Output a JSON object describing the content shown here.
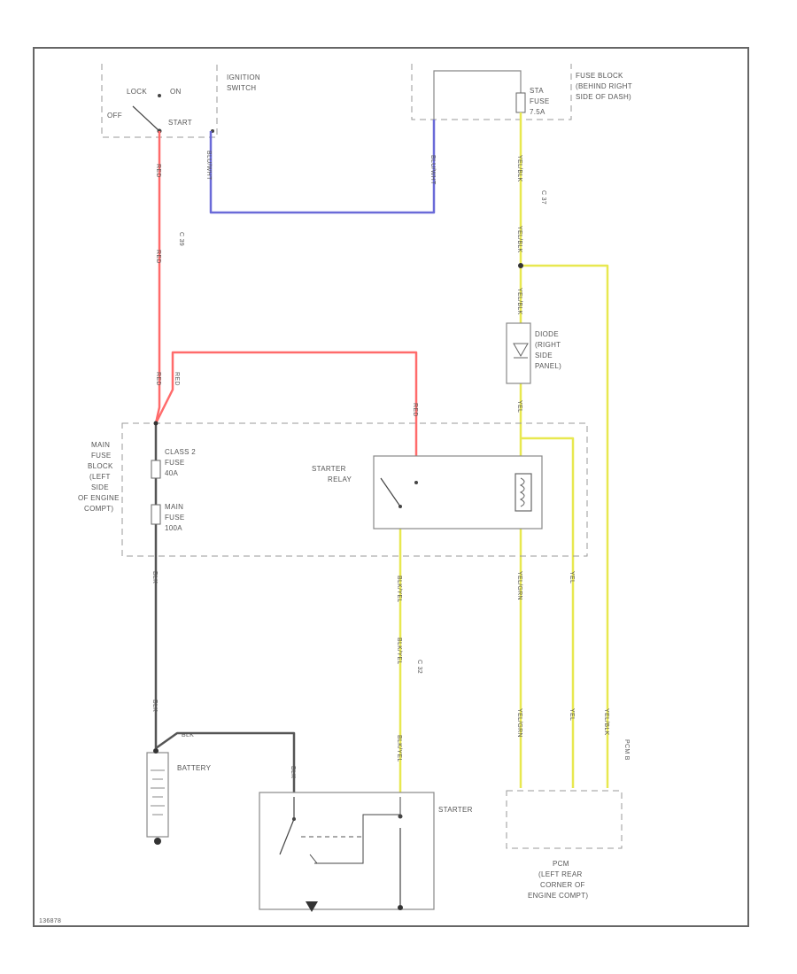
{
  "colors": {
    "red": "#ff6b6b",
    "blue": "#6a6ad8",
    "yellow": "#e8e850",
    "gray": "#555555",
    "dark": "#333333"
  },
  "components": {
    "ignition_switch": {
      "label_lines": [
        "IGNITION",
        "SWITCH"
      ],
      "positions": [
        "LOCK",
        "ON",
        "OFF",
        "START"
      ]
    },
    "fuse_block": {
      "label_lines": [
        "FUSE BLOCK",
        "(BEHIND RIGHT",
        "SIDE OF DASH)"
      ],
      "fuse_lines": [
        "STA",
        "FUSE",
        "7.5A"
      ]
    },
    "diode": {
      "label_lines": [
        "DIODE",
        "(RIGHT",
        "SIDE",
        "PANEL)"
      ]
    },
    "main_fuse_block": {
      "label_lines": [
        "MAIN",
        "FUSE",
        "BLOCK",
        "(LEFT",
        "SIDE",
        "OF ENGINE",
        "COMPT)"
      ],
      "fuse1_lines": [
        "CLASS 2",
        "FUSE",
        "40A"
      ],
      "fuse2_lines": [
        "MAIN",
        "FUSE",
        "100A"
      ]
    },
    "starter_relay": {
      "label_lines": [
        "STARTER",
        "RELAY"
      ]
    },
    "battery": {
      "label": "BATTERY"
    },
    "starter": {
      "label": "STARTER"
    },
    "pcm": {
      "label_lines": [
        "PCM",
        "(LEFT REAR",
        "CORNER OF",
        "ENGINE COMPT)"
      ]
    }
  },
  "wire_labels": {
    "w1": "RED",
    "w2": "RED",
    "w3": "RED",
    "w4": "RED",
    "w5": "BLU/WHT",
    "w6": "BLU/WHT",
    "w7": "YEL/BLK",
    "w8": "YEL/BLK",
    "w9": "YEL/BLK",
    "w10": "YEL",
    "w11": "YEL/GRN",
    "w12": "YEL",
    "w13": "BLK/YEL",
    "w14": "BLK/YEL",
    "w15": "BLK/YEL",
    "w16": "YEL/GRN",
    "w17": "YEL",
    "w18": "YEL/BLK",
    "w19": "BLK",
    "w20": "BLK",
    "w21": "BLK",
    "w22": "BLK"
  },
  "connector_labels": {
    "c1": "C 39",
    "c2": "C 37",
    "c3": "C 32",
    "c4": "PCM B"
  },
  "footer_code": "136878"
}
